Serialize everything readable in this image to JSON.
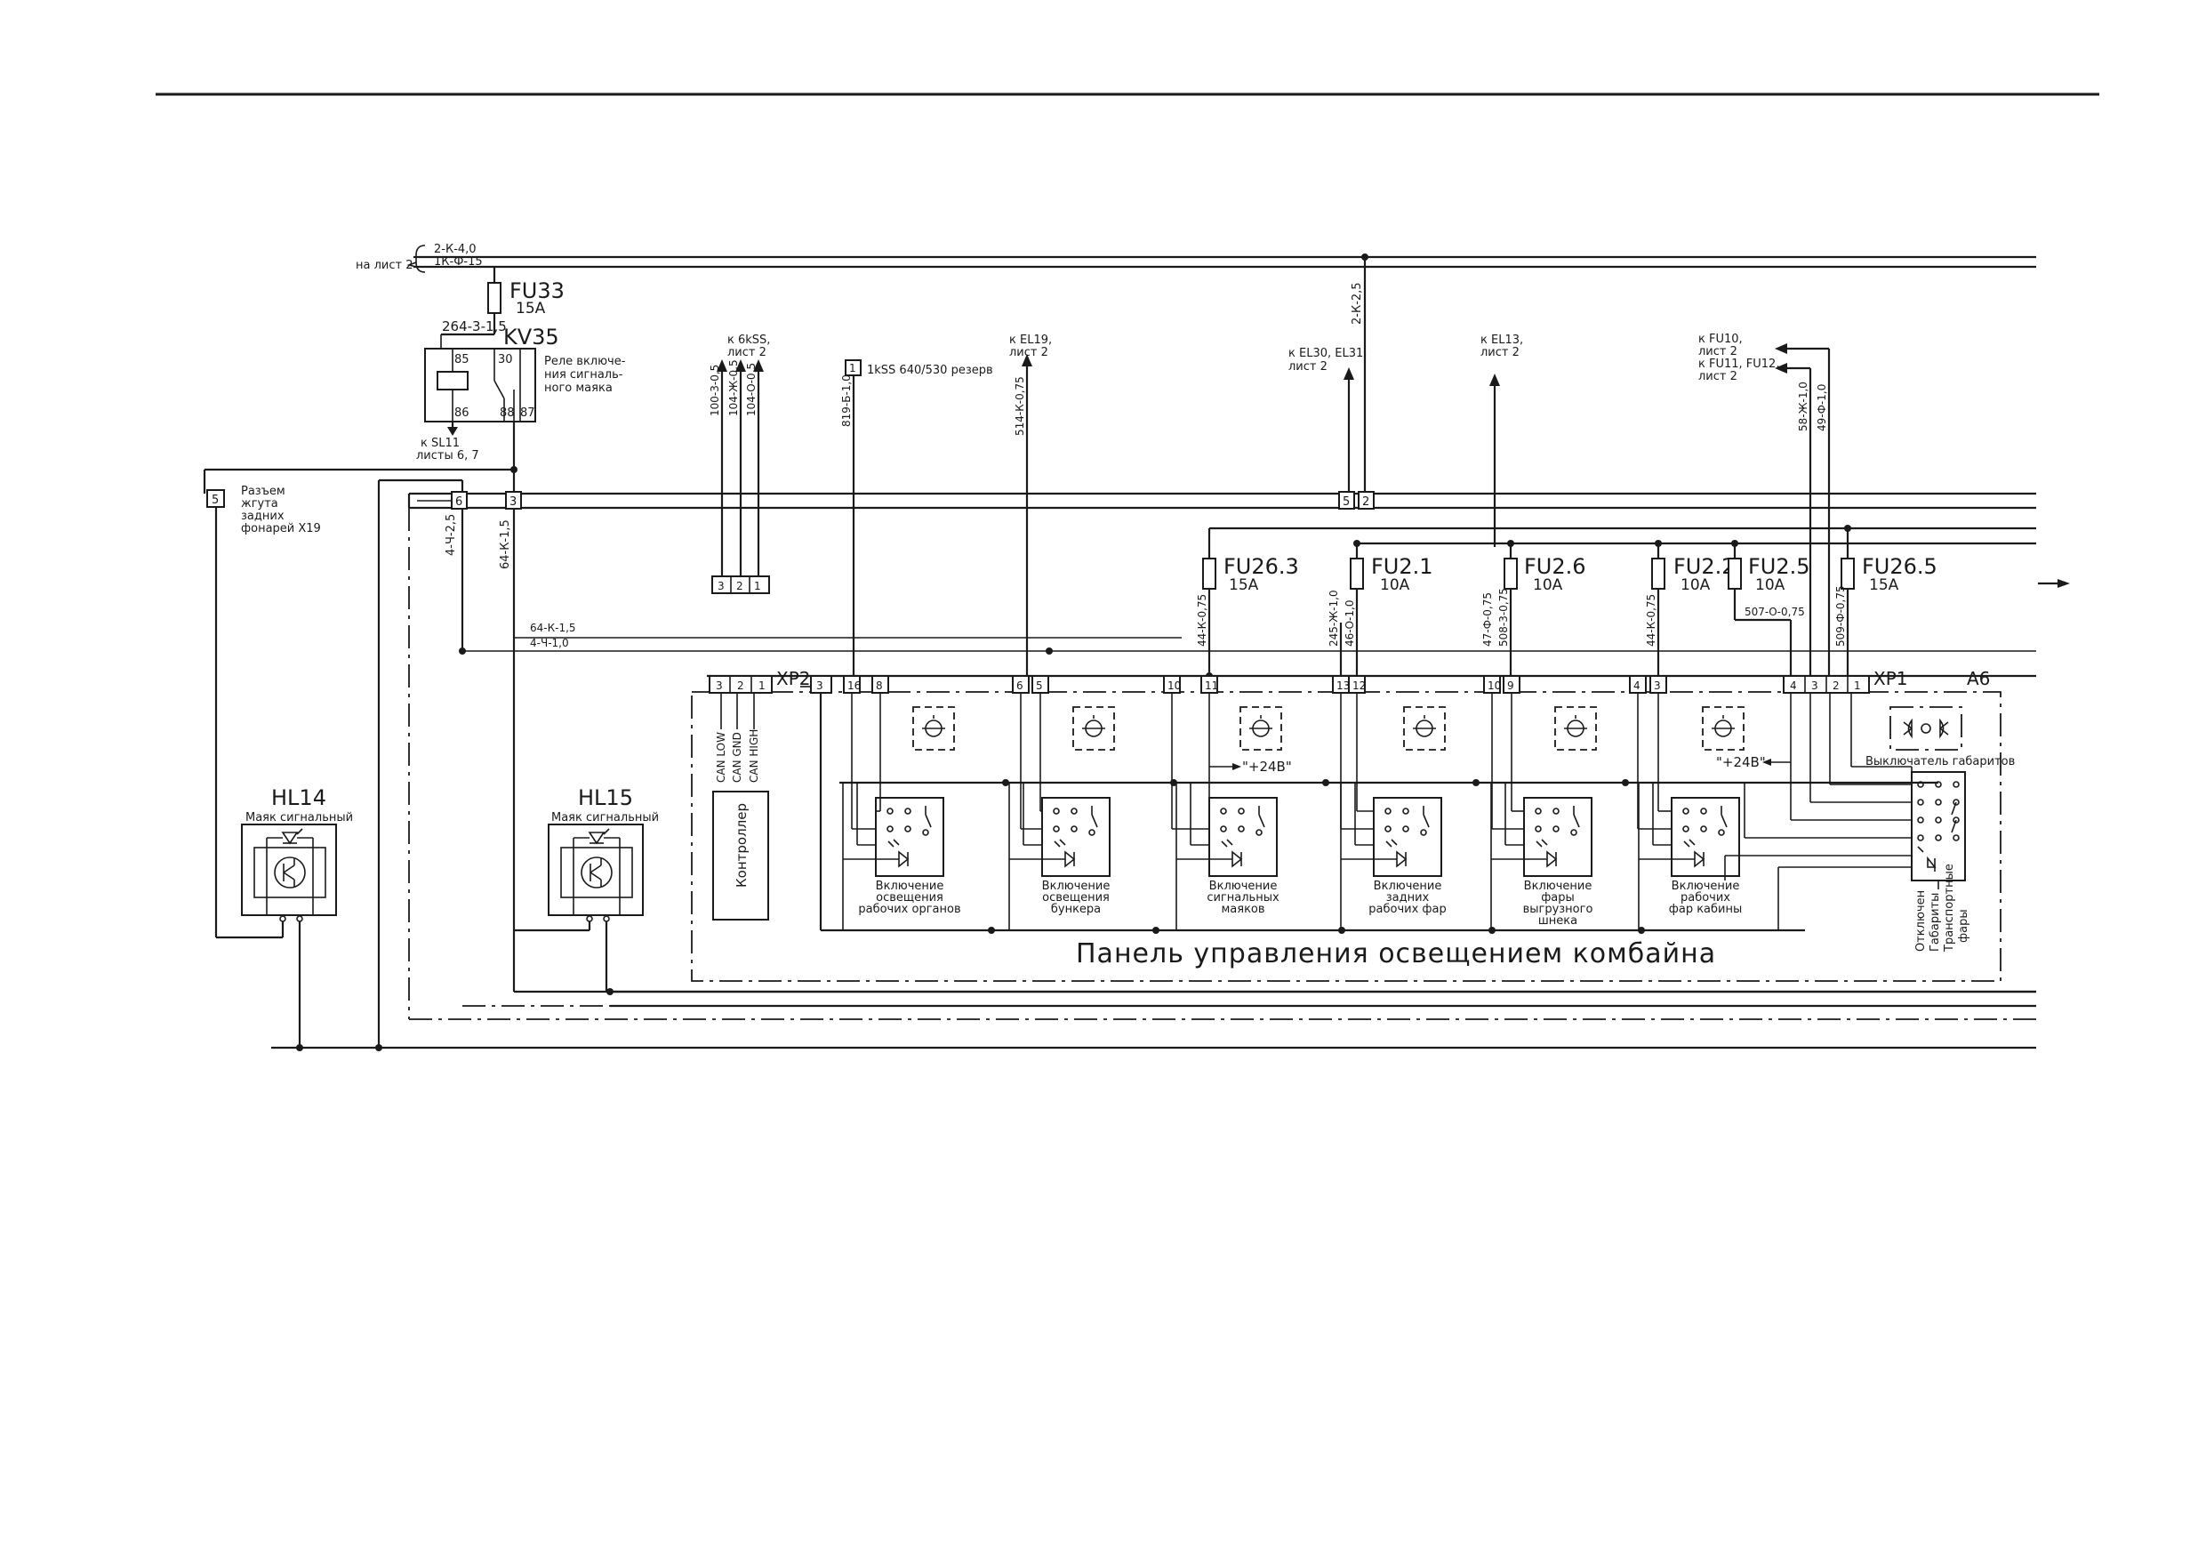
{
  "sheet_ref": {
    "left": "на лист 2",
    "wire_a": "2-К-4,0",
    "wire_b": "1К-Ф-15"
  },
  "fu33": {
    "name": "FU33",
    "rating": "15A"
  },
  "kv35": {
    "name": "KV35",
    "wire": "264-3-1,5",
    "pins": [
      "85",
      "86",
      "30",
      "88",
      "87"
    ],
    "note_lines": [
      "Реле включе-",
      "ния сигналь-",
      "ного маяка"
    ],
    "to": "к SL11",
    "to_sheet": "листы 6, 7"
  },
  "x19": {
    "pin": "5",
    "note_lines": [
      "Разъем",
      "жгута",
      "задних",
      "фонарей X19"
    ]
  },
  "bus_terms": [
    "6",
    "3",
    "5",
    "2"
  ],
  "wires_left": {
    "w1": "4-Ч-2,5",
    "w2": "64-К-1,5",
    "h1": "64-К-1,5",
    "h2": "4-Ч-1,0"
  },
  "ref_ss": {
    "to_lines": [
      "к 6kSS,",
      "лист 2"
    ],
    "wires": [
      "100-3-0,5",
      "104-Ж-0,5",
      "104-О-0,5"
    ],
    "term_nums": [
      "3",
      "2",
      "1"
    ]
  },
  "ref_1kss": {
    "pin": "1",
    "text": "1kSS 640/530 резерв",
    "wire": "819-Б-1,0"
  },
  "ref_el19a": {
    "to_lines": [
      "к EL19,",
      "лист 2"
    ],
    "wire": "514-К-0,75"
  },
  "ref_el30": {
    "to_lines": [
      "к EL30, EL31,",
      "лист 2"
    ],
    "wire": "2-К-2,5"
  },
  "ref_el13": {
    "to_lines": [
      "к EL13,",
      "лист 2"
    ]
  },
  "ref_fu10": {
    "to_lines": [
      "к FU10,",
      "лист 2",
      "к FU11, FU12,",
      "лист 2"
    ],
    "wires": [
      "58-Ж-1,0",
      "49-Ф-1,0"
    ]
  },
  "fuses": [
    {
      "name": "FU26.3",
      "rating": "15A"
    },
    {
      "name": "FU2.1",
      "rating": "10A"
    },
    {
      "name": "FU2.6",
      "rating": "10A"
    },
    {
      "name": "FU2.2",
      "rating": "10A"
    },
    {
      "name": "FU2.5",
      "rating": "10A"
    },
    {
      "name": "FU26.5",
      "rating": "15A"
    }
  ],
  "fuse_wires": {
    "fu263": "44-К-0,75",
    "fu21a": "245-Ж-1,0",
    "fu21b": "46-О-1,0",
    "fu26a": "47-Ф-0,75",
    "fu26b": "508-3-0,75",
    "fu22": "44-К-0,75",
    "fu25": "507-О-0,75",
    "fu265": "509-Ф-0,75"
  },
  "panel": {
    "title": "Панель управления освещением комбайна",
    "id": "A6",
    "xp2": "XP2",
    "xp1": "XP1",
    "can": [
      "CAN LOW",
      "CAN GND",
      "CAN HIGH"
    ],
    "controller": "Контроллер",
    "plus24_a": "\"+24В\"",
    "plus24_b": "\"+24В\"",
    "pin_pairs": [
      [
        "16",
        "8"
      ],
      [
        "6",
        "5"
      ],
      [
        "10",
        "11"
      ],
      [
        "13",
        "12"
      ],
      [
        "10",
        "9"
      ],
      [
        "4",
        "3"
      ]
    ],
    "xp2_pins": [
      "3",
      "2",
      "1"
    ],
    "xp1_pins": [
      "4",
      "3",
      "2",
      "1"
    ],
    "switches": [
      {
        "icon": "work-lights-icon",
        "label_lines": [
          "Включение",
          "освещения",
          "рабочих органов"
        ]
      },
      {
        "icon": "bunker-icon",
        "label_lines": [
          "Включение",
          "освещения",
          "бункера"
        ]
      },
      {
        "icon": "beacon-icon",
        "label_lines": [
          "Включение",
          "сигнальных",
          "маяков"
        ]
      },
      {
        "icon": "rear-lamp-icon",
        "label_lines": [
          "Включение",
          "задних",
          "рабочих фар"
        ]
      },
      {
        "icon": "auger-icon",
        "label_lines": [
          "Включение",
          "фары",
          "выгрузного",
          "шнека"
        ]
      },
      {
        "icon": "cab-lamp-icon",
        "label_lines": [
          "Включение",
          "рабочих",
          "фар кабины"
        ]
      }
    ],
    "marker_switch": {
      "title": "Выключатель габаритов",
      "vlabels": [
        "Отключен",
        "Габариты",
        "Транспортные",
        "фары"
      ]
    }
  },
  "hl14": {
    "name": "HL14",
    "label": "Маяк сигнальный"
  },
  "hl15": {
    "name": "HL15",
    "label": "Маяк сигнальный"
  }
}
